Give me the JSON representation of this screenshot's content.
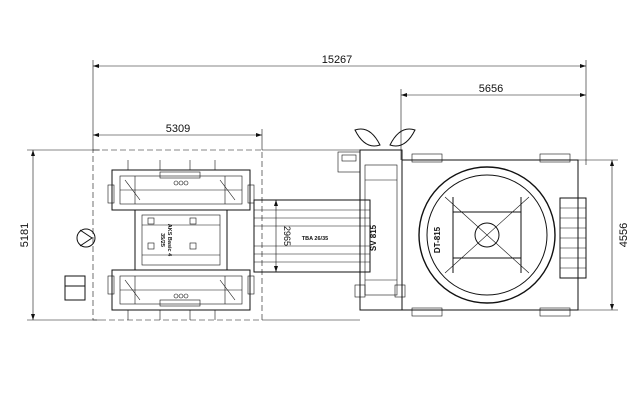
{
  "dimensions": {
    "overall_length": "15267",
    "right_section_length": "5656",
    "left_section_length": "5309",
    "overall_width": "5181",
    "right_section_width": "4556",
    "conveyor_width": "2965"
  },
  "labels": {
    "left_machine": "AKS Basic 4",
    "left_machine_sub": "35/25",
    "conveyor": "TBA 26/35",
    "middle_machine": "SV 815",
    "right_machine": "DT-815"
  }
}
